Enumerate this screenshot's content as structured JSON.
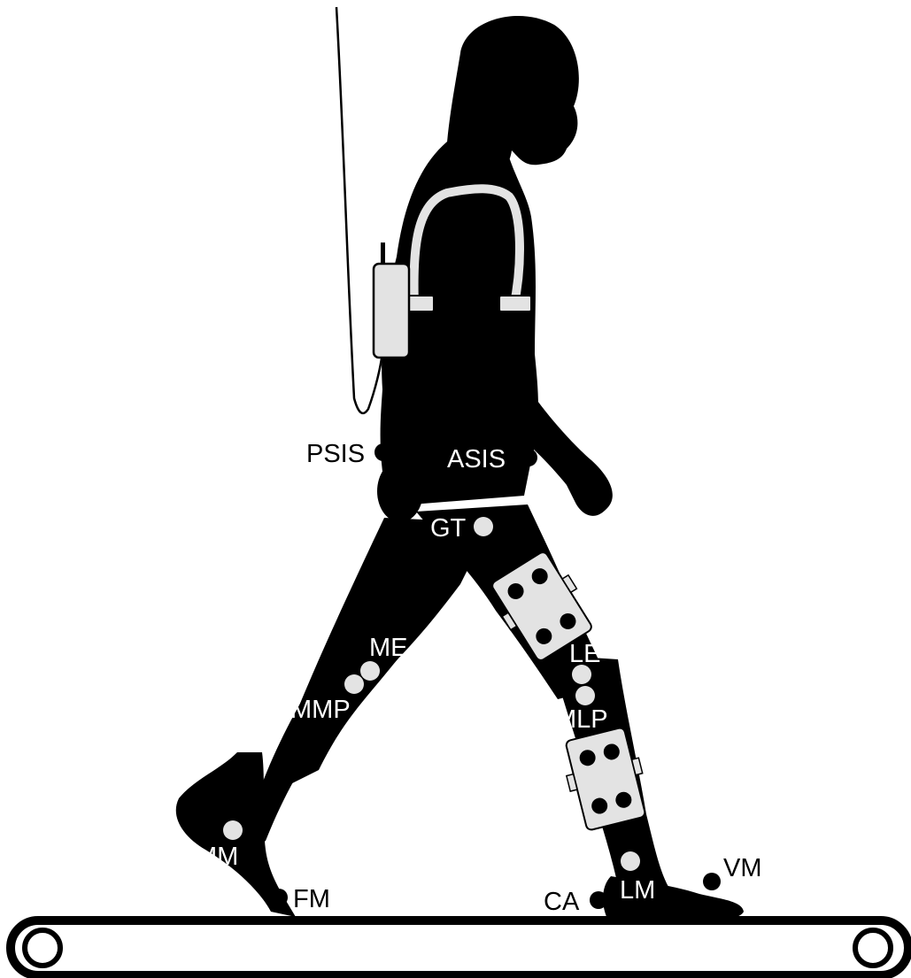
{
  "colors": {
    "background": "#ffffff",
    "silhouette": "#000000",
    "marker_light": "#e3e3e3",
    "marker_dark": "#000000",
    "device": "#e3e3e3"
  },
  "markers": {
    "psis": "PSIS",
    "asis": "ASIS",
    "gt": "GT",
    "me": "ME",
    "mmp": "MMP",
    "le": "LE",
    "mlp": "MLP",
    "mm": "MM",
    "fm": "FM",
    "ca": "CA",
    "lm": "LM",
    "vm": "VM"
  },
  "icons": {
    "recorder": "data-logger-box",
    "shank_sensor": "sensor-plate",
    "thigh_sensor": "sensor-plate",
    "treadmill": "treadmill-belt"
  }
}
